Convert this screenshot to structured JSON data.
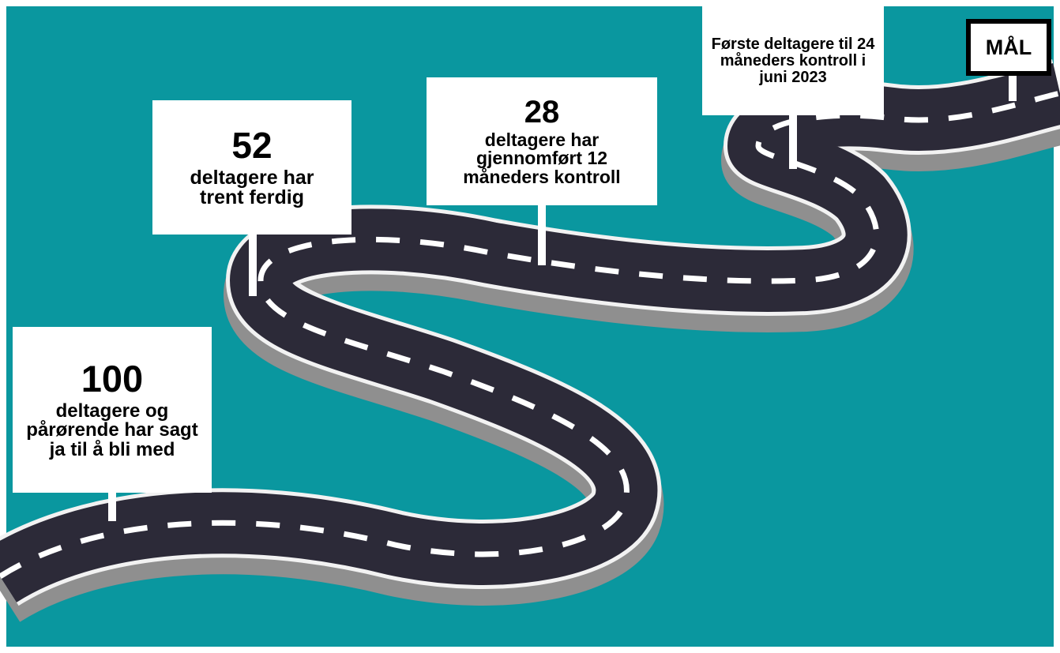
{
  "colors": {
    "background": "#0a979f",
    "road": "#2c2a38",
    "road_edge_light": "#f2f2f2",
    "road_edge_shadow": "#8f8f8f",
    "lane_marking": "#ffffff",
    "post": "#ffffff",
    "box_fill": "#ffffff",
    "box_text": "#000000"
  },
  "milestones": [
    {
      "number": "100",
      "text": "deltagere og pårørende har sagt ja til å bli med"
    },
    {
      "number": "52",
      "text": "deltagere har trent ferdig"
    },
    {
      "number": "28",
      "text": "deltagere har gjennomført 12 måneders kontroll"
    },
    {
      "number": "",
      "text": "Første deltagere til 24 måneders kontroll i juni 2023"
    }
  ],
  "goal": {
    "label": "MÅL"
  }
}
